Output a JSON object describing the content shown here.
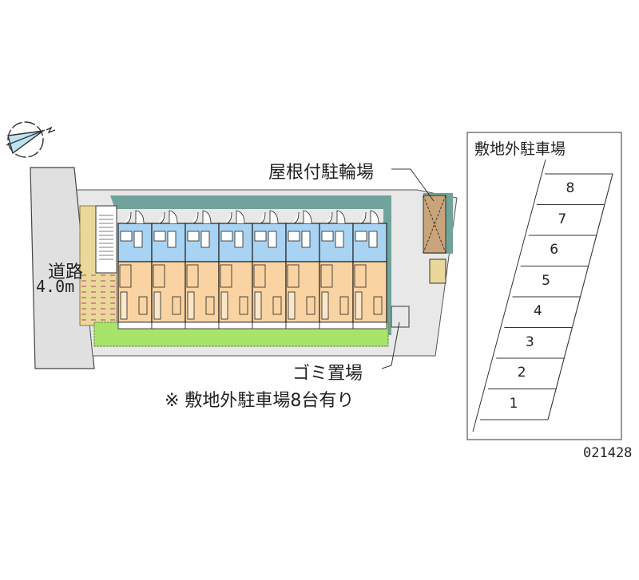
{
  "labels": {
    "bicycle_parking": "屋根付駐輪場",
    "garbage_area": "ゴミ置場",
    "road_name": "道路",
    "road_width": "4.0m",
    "note": "※ 敷地外駐車場8台有り",
    "offsite_parking_title": "敷地外駐車場",
    "map_code": "021428"
  },
  "building": {
    "unit_count": 8
  },
  "offsite_parking": {
    "slots": [
      "8",
      "7",
      "6",
      "5",
      "4",
      "3",
      "2",
      "1"
    ]
  },
  "compass": {
    "icon": "north-arrow-icon",
    "letter": "N"
  },
  "colors": {
    "unit_wet_area": "#a9d3f2",
    "unit_room": "#f9d3a2",
    "lawn": "#a8e46a",
    "roof_band": "#6fa39b",
    "site_ground": "#e6e6e6",
    "road": "#e0e0e0",
    "brick": "#e9d89a",
    "bike_shelter": "#c9a47a"
  }
}
